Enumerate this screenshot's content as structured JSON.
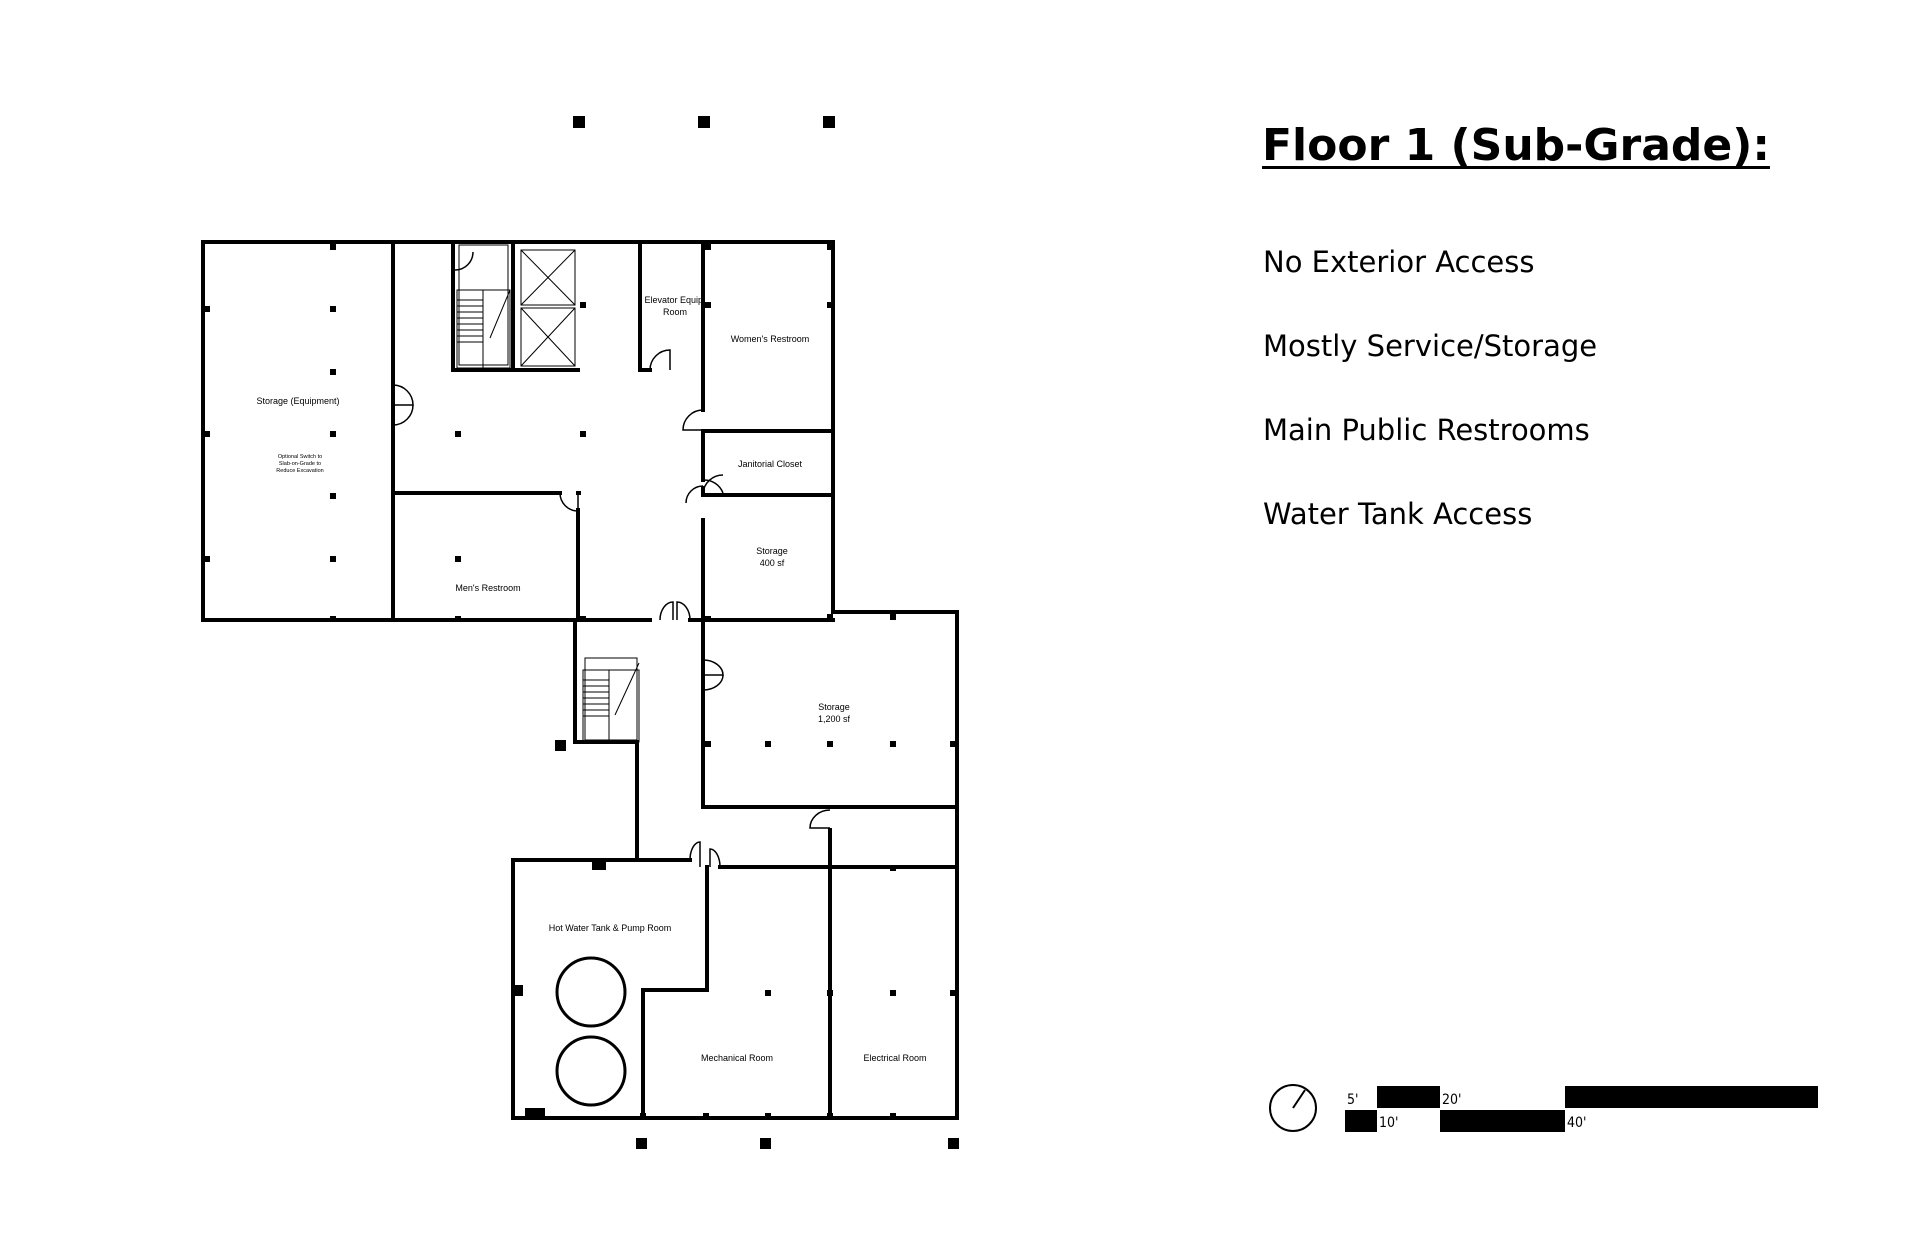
{
  "title": "Floor 1 (Sub-Grade):",
  "notes": [
    "No Exterior Access",
    "Mostly Service/Storage",
    "Main Public Restrooms",
    "Water Tank Access"
  ],
  "rooms": {
    "storage_equipment": "Storage (Equipment)",
    "storage_equipment_note": [
      "Optional Switch to",
      "Slab-on-Grade to",
      "Reduce Excavation"
    ],
    "elevator_equip": [
      "Elevator Equip.",
      "Room"
    ],
    "womens_restroom": "Women's Restroom",
    "janitorial_closet": "Janitorial Closet",
    "storage_400": [
      "Storage",
      "400 sf"
    ],
    "mens_restroom": "Men's Restroom",
    "storage_1200": [
      "Storage",
      "1,200 sf"
    ],
    "hot_water": "Hot Water Tank & Pump Room",
    "mechanical": "Mechanical Room",
    "electrical": "Electrical Room"
  },
  "scale_bar": {
    "labels": [
      "5'",
      "10'",
      "20'",
      "40'"
    ]
  },
  "icons": {
    "north_arrow": "north-arrow-icon"
  }
}
